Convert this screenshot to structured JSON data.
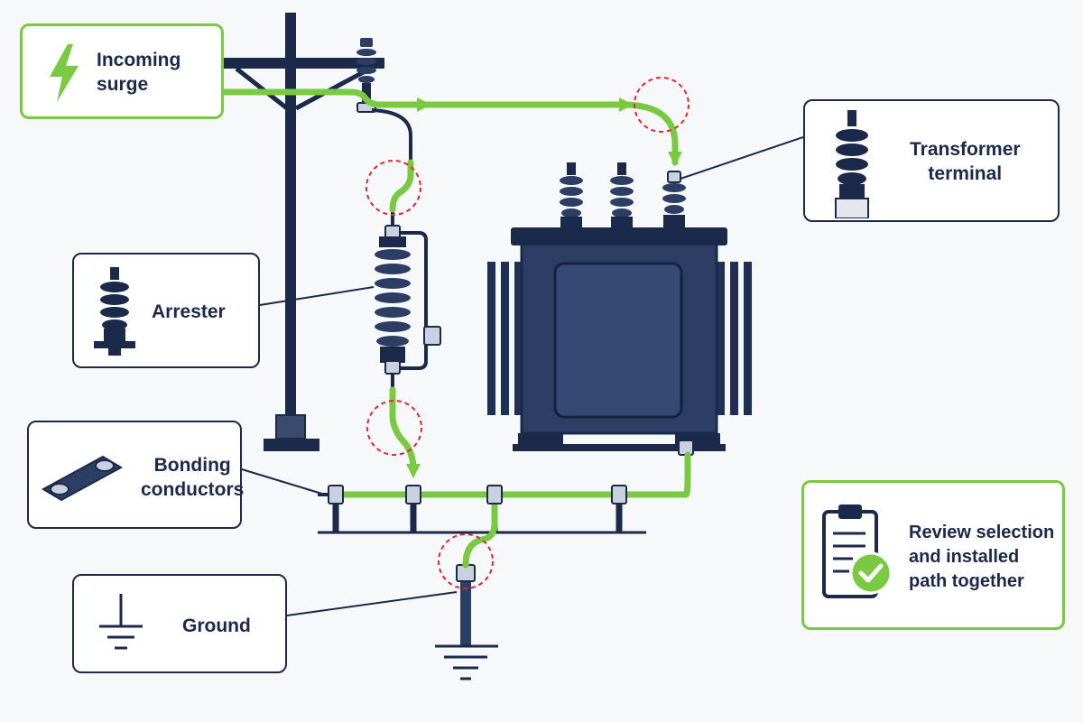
{
  "colors": {
    "navy": "#1b2a4a",
    "steel": "#2c3e64",
    "surge_green": "#7ac943",
    "hotspot_red": "#e0282e",
    "callout_border": "#1b2a4a",
    "background": "#f7f8fa"
  },
  "callouts": {
    "incoming_surge": {
      "label": "Incoming\nsurge",
      "icon": "lightning-bolt-icon"
    },
    "transformer_terminal": {
      "label": "Transformer\nterminal",
      "icon": "bushing-insulator-icon"
    },
    "arrester": {
      "label": "Arrester",
      "icon": "surge-arrester-icon"
    },
    "bonding_conductors": {
      "label": "Bonding\nconductors",
      "icon": "bonding-strap-icon"
    },
    "ground": {
      "label": "Ground",
      "icon": "ground-symbol-icon"
    },
    "review": {
      "label": "Review selection\nand installed\npath together",
      "icon": "clipboard-check-icon"
    }
  },
  "diagram": {
    "components": [
      "utility-pole",
      "surge-arrester",
      "transformer",
      "bonding-bus",
      "ground-rod"
    ],
    "hotspots": [
      "lead-to-transformer-bend",
      "arrester-line-lead-bend",
      "arrester-ground-lead-bend",
      "ground-connection-bend"
    ]
  }
}
